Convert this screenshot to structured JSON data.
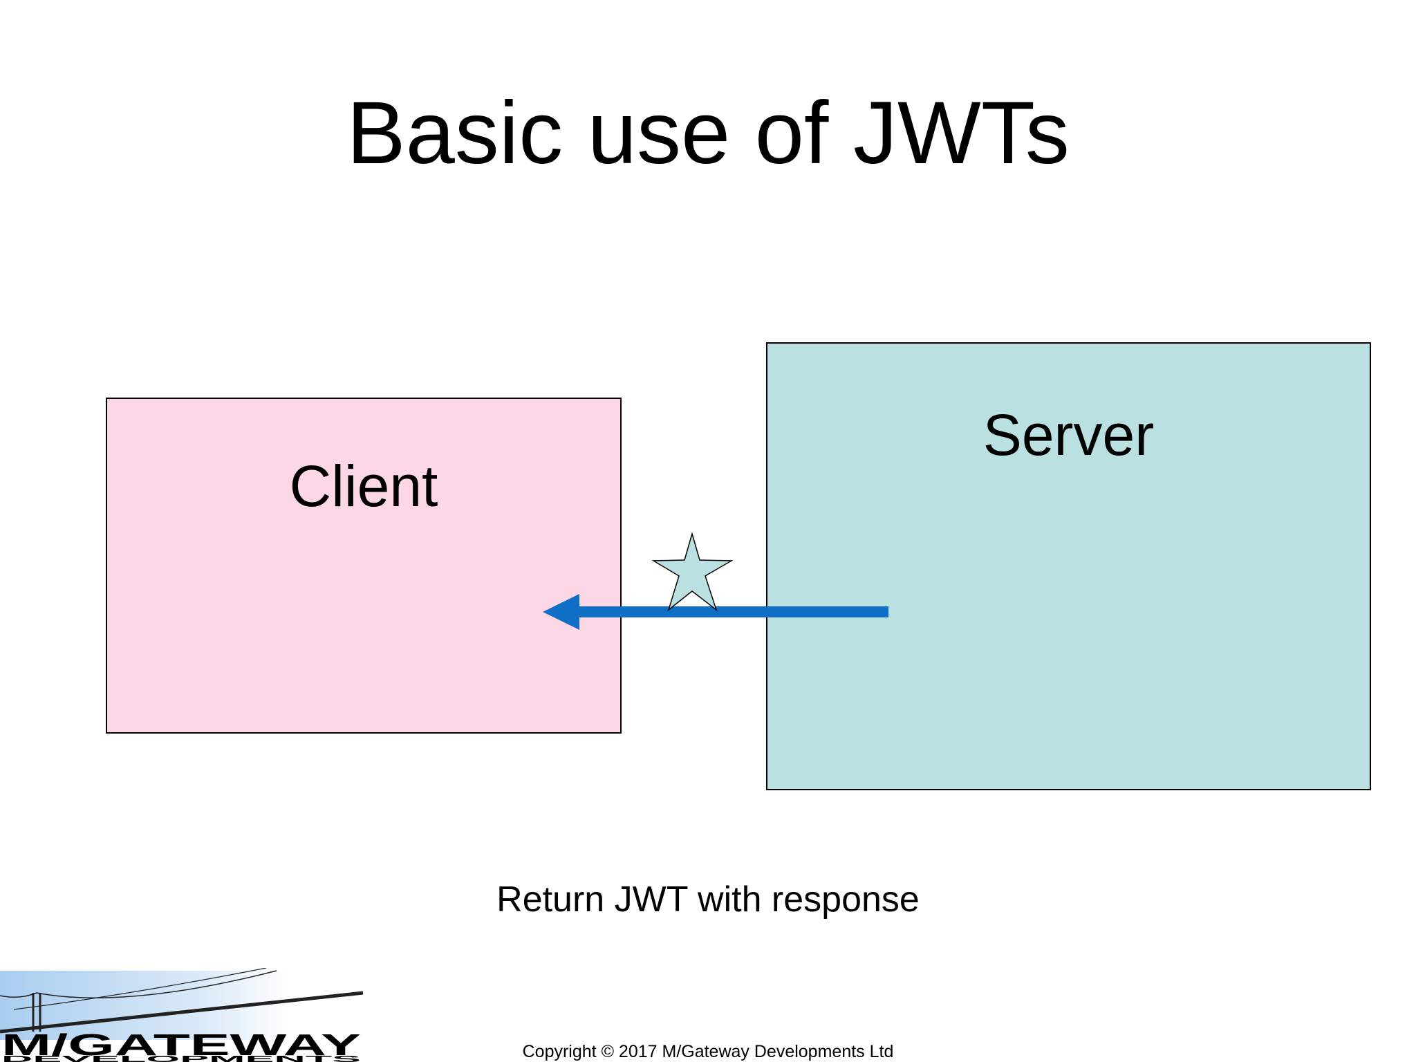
{
  "slide": {
    "title": "Basic use of JWTs",
    "caption": "Return JWT with response",
    "copyright": "Copyright © 2017 M/Gateway Developments Ltd"
  },
  "diagram": {
    "client_label": "Client",
    "server_label": "Server",
    "arrow_direction": "server-to-client",
    "token_icon": "star-icon"
  },
  "logo": {
    "name": "M/GATEWAY",
    "tagline": "DEVELOPMENTS",
    "icon": "bridge-icon"
  },
  "colors": {
    "client_fill": "#fcd8e6",
    "server_fill": "#bae0e2",
    "arrow": "#0f6fc6",
    "star_fill": "#bae0e2",
    "logo_sky": "#bcd8f2"
  }
}
